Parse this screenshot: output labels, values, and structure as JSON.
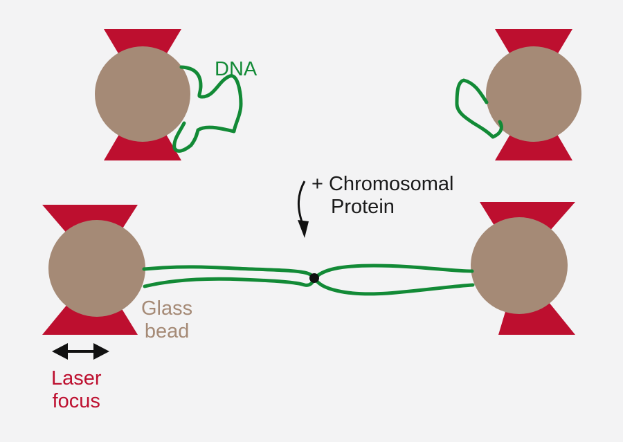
{
  "labels": {
    "dna": "DNA",
    "protein_line1": "+ Chromosomal",
    "protein_line2": "Protein",
    "bead_line1": "Glass",
    "bead_line2": "bead",
    "laser_line1": "Laser",
    "laser_line2": "focus"
  },
  "colors": {
    "background": "#f3f3f4",
    "laser": "#bd0f2f",
    "bead": "#a58a76",
    "dna": "#128a36",
    "bead_label": "#a58a76",
    "laser_label": "#bd0f2f",
    "dna_label": "#128a36",
    "text": "#1a1a1a"
  },
  "icons": {
    "arrow": "curved-down-arrow-icon",
    "double_arrow": "double-headed-arrow-icon",
    "protein_dot": "protein-dot-icon"
  }
}
